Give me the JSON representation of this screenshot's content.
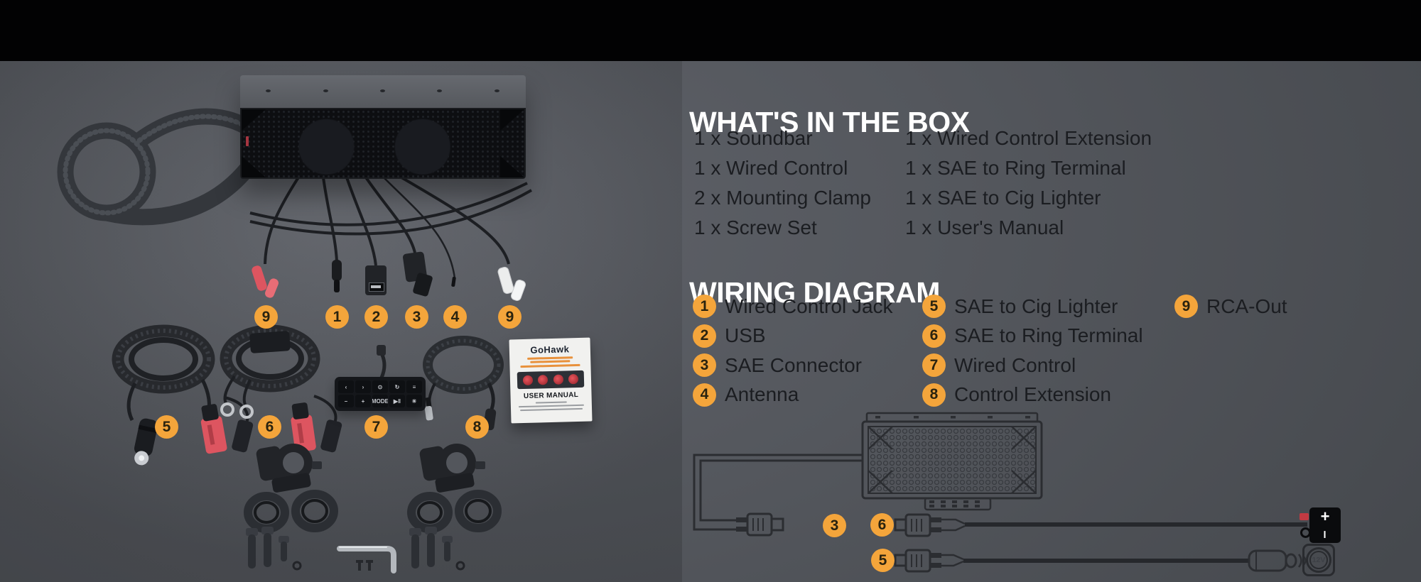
{
  "header": {
    "whats_in_box_title": "WHAT'S IN THE BOX",
    "wiring_title": "WIRING DIAGRAM"
  },
  "box_items": {
    "col1": [
      "1 x Soundbar",
      "1 x Wired Control",
      "2 x Mounting Clamp",
      "1 x Screw Set"
    ],
    "col2": [
      "1 x Wired Control Extension",
      "1 x SAE to Ring Terminal",
      "1 x SAE to Cig Lighter",
      "1 x User's Manual"
    ]
  },
  "wiring_legend": {
    "col1": [
      {
        "num": "1",
        "label": "Wired Control Jack"
      },
      {
        "num": "2",
        "label": "USB"
      },
      {
        "num": "3",
        "label": "SAE Connector"
      },
      {
        "num": "4",
        "label": "Antenna"
      }
    ],
    "col2": [
      {
        "num": "5",
        "label": "SAE to Cig Lighter"
      },
      {
        "num": "6",
        "label": "SAE to Ring Terminal"
      },
      {
        "num": "7",
        "label": "Wired Control"
      },
      {
        "num": "8",
        "label": "Control Extension"
      }
    ],
    "col3": [
      {
        "num": "9",
        "label": "RCA-Out"
      }
    ]
  },
  "photo": {
    "connector_badges": [
      "9",
      "1",
      "2",
      "3",
      "4",
      "9"
    ],
    "item_badges": [
      "5",
      "6",
      "7",
      "8"
    ],
    "control": {
      "row1": [
        "‹",
        "›",
        "⊙",
        "↻",
        "≡"
      ],
      "row2": [
        "–",
        "+",
        "MODE",
        "▶‖",
        "☀"
      ]
    },
    "manual": {
      "brand": "GoHawk",
      "title": "USER MANUAL"
    }
  },
  "diagram": {
    "callout_sae": "3",
    "callout_ring": "6",
    "callout_cig": "5",
    "battery_plus": "+",
    "battery_minus": "–",
    "socket_label": "12V"
  },
  "colors": {
    "badge": "#f4a53b",
    "badge_text": "#2a230f",
    "title_white": "#ffffff",
    "body_text": "#1b1d21",
    "accent_red": "#dd5560",
    "line_art": "#2b2d31",
    "background": "#54575d",
    "top_bar": "#020203"
  }
}
